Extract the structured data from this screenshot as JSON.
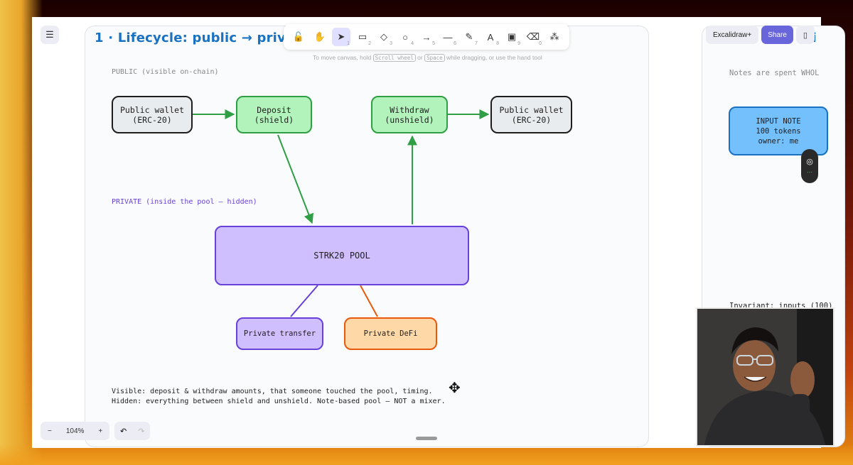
{
  "toolbar": {
    "tools": [
      {
        "name": "lock-icon",
        "glyph": "🔓",
        "shortcut": ""
      },
      {
        "name": "hand-icon",
        "glyph": "✋",
        "shortcut": ""
      },
      {
        "name": "selection-icon",
        "glyph": "➤",
        "shortcut": "1"
      },
      {
        "name": "rectangle-icon",
        "glyph": "▭",
        "shortcut": "2"
      },
      {
        "name": "diamond-icon",
        "glyph": "◇",
        "shortcut": "3"
      },
      {
        "name": "ellipse-icon",
        "glyph": "○",
        "shortcut": "4"
      },
      {
        "name": "arrow-icon",
        "glyph": "→",
        "shortcut": "5"
      },
      {
        "name": "line-icon",
        "glyph": "—",
        "shortcut": "6"
      },
      {
        "name": "pencil-icon",
        "glyph": "✎",
        "shortcut": "7"
      },
      {
        "name": "text-icon",
        "glyph": "A",
        "shortcut": "8"
      },
      {
        "name": "image-icon",
        "glyph": "▣",
        "shortcut": "9"
      },
      {
        "name": "eraser-icon",
        "glyph": "⌫",
        "shortcut": "0"
      },
      {
        "name": "shapes-icon",
        "glyph": "⁂",
        "shortcut": ""
      }
    ],
    "hint_pre": "To move canvas, hold",
    "hint_key1": "Scroll wheel",
    "hint_or": "or",
    "hint_key2": "Space",
    "hint_post": "while dragging, or use the hand tool"
  },
  "header": {
    "plus_label": "Excalidraw+",
    "share_label": "Share"
  },
  "footer": {
    "zoom_level": "104%",
    "zoom_out": "−",
    "zoom_in": "+",
    "undo": "↶",
    "redo": "↷"
  },
  "frame1": {
    "title": "1 · Lifecycle: public → private →",
    "public_label": "PUBLIC (visible on-chain)",
    "private_label": "PRIVATE (inside the pool — hidden)",
    "boxes": {
      "public_wallet_left_l1": "Public wallet",
      "public_wallet_left_l2": "(ERC-20)",
      "deposit_l1": "Deposit",
      "deposit_l2": "(shield)",
      "withdraw_l1": "Withdraw",
      "withdraw_l2": "(unshield)",
      "public_wallet_right_l1": "Public wallet",
      "public_wallet_right_l2": "(ERC-20)",
      "pool": "STRK20 POOL",
      "private_transfer": "Private transfer",
      "private_defi": "Private DeFi"
    },
    "visible_note": "Visible: deposit & withdraw amounts, that someone touched the pool, timing.",
    "hidden_note": "Hidden: everything between shield and unshield.  Note-based pool — NOT a mixer."
  },
  "frame2": {
    "title_fragment": "Fi",
    "notes_header": "Notes are spent WHOL",
    "input_note_l1": "INPUT NOTE",
    "input_note_l2": "100 tokens",
    "input_note_l3": "owner: me",
    "invariant": "Invariant: inputs (100)"
  },
  "colors": {
    "accent": "#6965db",
    "title_blue": "#1971c2",
    "green_fill": "#b2f2bb",
    "green_stroke": "#2f9e44",
    "gray_fill": "#e9ecef",
    "purple_fill": "#d0bfff",
    "purple_stroke": "#6741d9",
    "orange_fill": "#ffd8a8",
    "orange_stroke": "#e8590c",
    "blue_fill": "#74c0fc",
    "blue_stroke": "#1971c2"
  }
}
